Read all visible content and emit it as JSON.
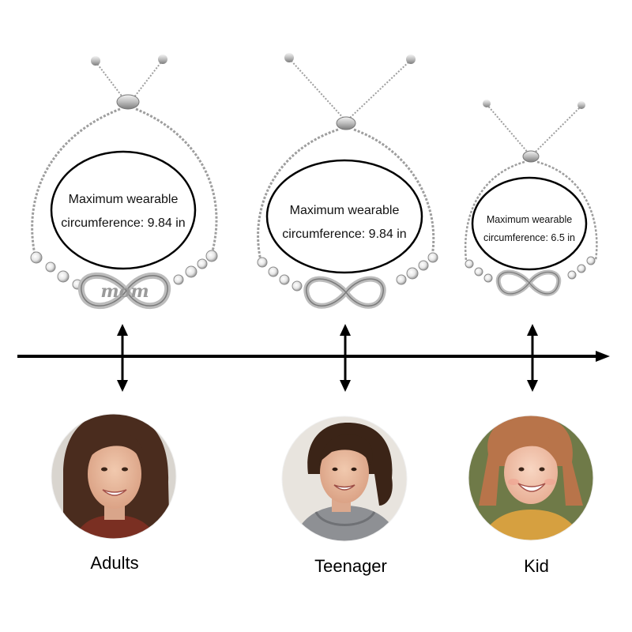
{
  "colors": {
    "background": "#ffffff",
    "text": "#000000",
    "chain": "#a9a9a9",
    "metal": "#cfcfcf",
    "arrow": "#000000"
  },
  "products": [
    {
      "line1": "Maximum wearable",
      "line2": "circumference: 9.84 in",
      "group": "Adults",
      "photo": "adult-woman-portrait"
    },
    {
      "line1": "Maximum wearable",
      "line2": "circumference: 9.84 in",
      "group": "Teenager",
      "photo": "teenage-girl-portrait"
    },
    {
      "line1": "Maximum wearable",
      "line2": "circumference: 6.5 in",
      "group": "Kid",
      "photo": "young-child-portrait"
    }
  ],
  "icons": {
    "size_arrow": "double-headed-vertical-arrow",
    "timeline": "right-pointing-arrow"
  }
}
